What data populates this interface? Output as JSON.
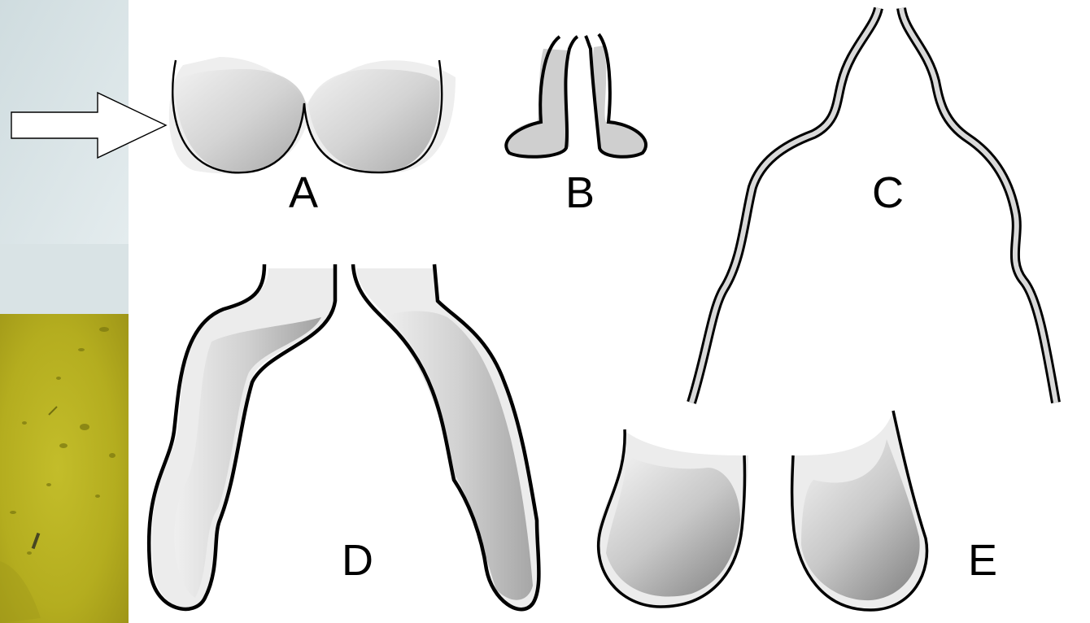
{
  "panels": [
    {
      "label": "A",
      "description_key": "panel-a"
    },
    {
      "label": "B",
      "description_key": "panel-b"
    },
    {
      "label": "C",
      "description_key": "panel-c"
    },
    {
      "label": "D",
      "description_key": "panel-d"
    },
    {
      "label": "E",
      "description_key": "panel-e"
    }
  ],
  "colors": {
    "outline": "#000000",
    "shade_light": "#e6e6e6",
    "shade_mid": "#c4c4c4",
    "shade_dark": "#9a9a9a",
    "sidebar_top": "#d6e0e2",
    "sidebar_bottom": "#c0c00c"
  },
  "icons": {
    "pointer": "arrow-right-icon"
  }
}
